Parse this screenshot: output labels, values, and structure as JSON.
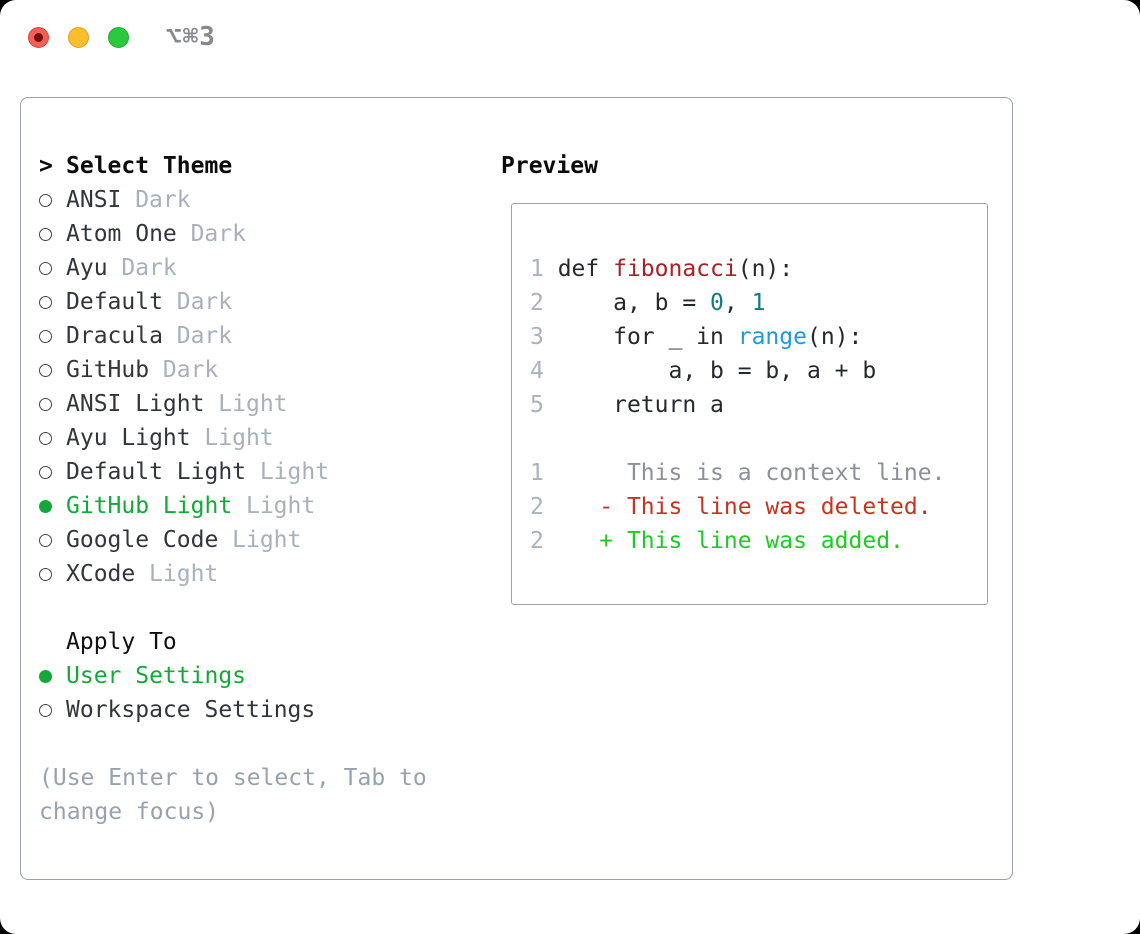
{
  "window": {
    "title": "⌥⌘3",
    "traffic_lights": [
      "close",
      "minimize",
      "zoom"
    ]
  },
  "theme_picker": {
    "header": {
      "prefix": ">",
      "label": "Select Theme"
    },
    "items": [
      {
        "name": "ANSI",
        "variant": "Dark",
        "selected": false
      },
      {
        "name": "Atom One",
        "variant": "Dark",
        "selected": false
      },
      {
        "name": "Ayu",
        "variant": "Dark",
        "selected": false
      },
      {
        "name": "Default",
        "variant": "Dark",
        "selected": false
      },
      {
        "name": "Dracula",
        "variant": "Dark",
        "selected": false
      },
      {
        "name": "GitHub",
        "variant": "Dark",
        "selected": false
      },
      {
        "name": "ANSI Light",
        "variant": "Light",
        "selected": false
      },
      {
        "name": "Ayu Light",
        "variant": "Light",
        "selected": false
      },
      {
        "name": "Default Light",
        "variant": "Light",
        "selected": false
      },
      {
        "name": "GitHub Light",
        "variant": "Light",
        "selected": true
      },
      {
        "name": "Google Code",
        "variant": "Light",
        "selected": false
      },
      {
        "name": "XCode",
        "variant": "Light",
        "selected": false
      }
    ],
    "apply_to": {
      "label": "Apply To",
      "options": [
        {
          "name": "User Settings",
          "selected": true
        },
        {
          "name": "Workspace Settings",
          "selected": false
        }
      ]
    },
    "hint": "(Use Enter to select, Tab to change focus)"
  },
  "preview": {
    "title": "Preview",
    "code_lines": [
      {
        "gutter": "1",
        "segments": [
          {
            "text": "def ",
            "cls": "code"
          },
          {
            "text": "fibonacci",
            "cls": "func"
          },
          {
            "text": "(n):",
            "cls": "code"
          }
        ]
      },
      {
        "gutter": "2",
        "segments": [
          {
            "text": "    a, b = ",
            "cls": "code"
          },
          {
            "text": "0",
            "cls": "num"
          },
          {
            "text": ", ",
            "cls": "code"
          },
          {
            "text": "1",
            "cls": "num"
          }
        ]
      },
      {
        "gutter": "3",
        "segments": [
          {
            "text": "    for _ in ",
            "cls": "code"
          },
          {
            "text": "range",
            "cls": "bi"
          },
          {
            "text": "(n):",
            "cls": "code"
          }
        ]
      },
      {
        "gutter": "4",
        "segments": [
          {
            "text": "        a, b = b, a + b",
            "cls": "code"
          }
        ]
      },
      {
        "gutter": "5",
        "segments": [
          {
            "text": "    return a",
            "cls": "code"
          }
        ]
      },
      {
        "gutter": "",
        "segments": []
      },
      {
        "gutter": "1",
        "segments": [
          {
            "text": "     This is a context line.",
            "cls": "ctx"
          }
        ]
      },
      {
        "gutter": "2",
        "segments": [
          {
            "text": "   - This line was deleted.",
            "cls": "del"
          }
        ]
      },
      {
        "gutter": "2",
        "segments": [
          {
            "text": "   + This line was added.",
            "cls": "add"
          }
        ]
      }
    ]
  },
  "colors": {
    "selected_green": "#14a83a",
    "added_green": "#1ecb24",
    "deleted_red": "#c5341f",
    "function_red": "#a92027",
    "number_teal": "#0e7c81",
    "builtin_blue": "#1b9cd8",
    "variant_gray": "#a8b1bb",
    "hint_gray": "#98a2ac",
    "context_gray": "#8b9199",
    "line_number_gray": "#a8b3be",
    "border_gray": "#9aa2ac",
    "code_default": "#24292e",
    "traffic_red": "#f35e55",
    "traffic_yellow": "#fcbd2f",
    "traffic_green": "#2bc840"
  }
}
